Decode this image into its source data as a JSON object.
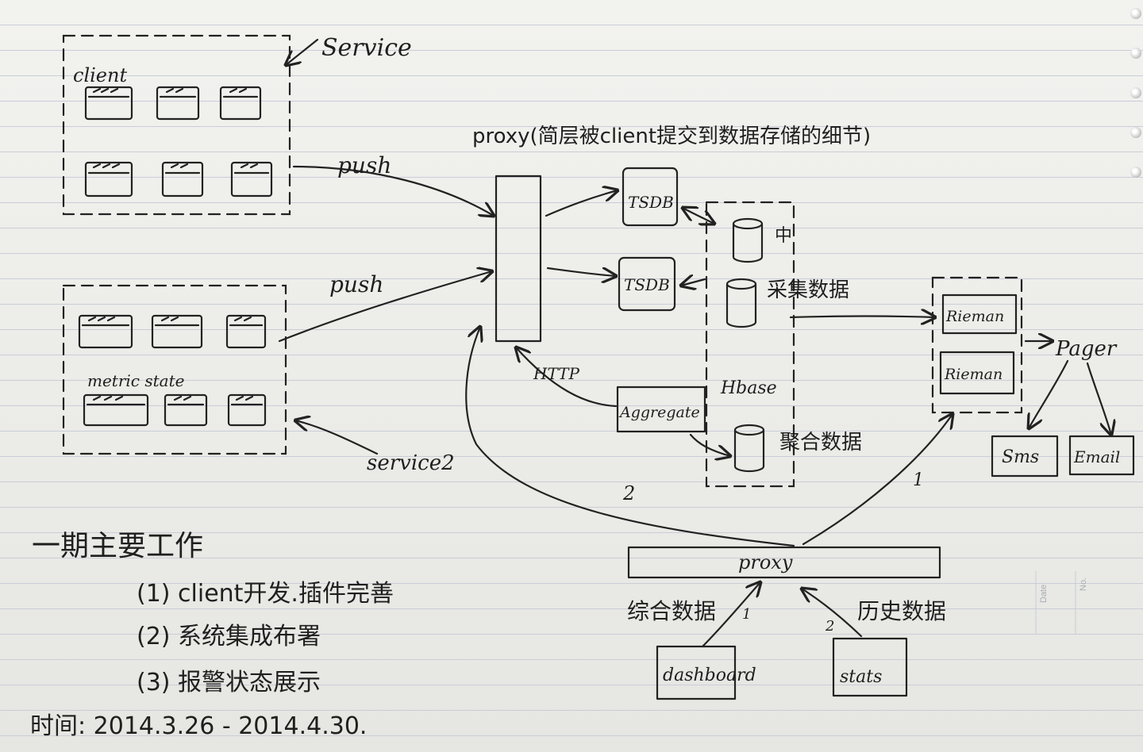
{
  "labels": {
    "service": "Service",
    "client": "client",
    "push_top": "push",
    "push_bottom": "push",
    "metric_state": "metric state",
    "service2": "service2",
    "proxy_top": "proxy(简层被client提交到数据存储的细节)",
    "tsdb1": "TSDB",
    "tsdb2": "TSDB",
    "hbase": "Hbase",
    "raw_data": "采集数据",
    "http": "HTTP",
    "aggregate": "Aggregate",
    "agg_data": "聚合数据",
    "riemann1": "Rieman",
    "riemann2": "Rieman",
    "pager": "Pager",
    "sms": "Sms",
    "email": "Email",
    "proxy_bottom": "proxy",
    "synth_data": "综合数据",
    "hist_data": "历史数据",
    "dashboard": "dashboard",
    "stats": "stats",
    "num_1a": "1",
    "num_2a": "2",
    "num_1b": "1",
    "num_2b": "2"
  },
  "plan": {
    "heading": "一期主要工作",
    "items": [
      "(1)  client开发.插件完善",
      "(2)  系统集成布署",
      "(3)  报警状态展示"
    ],
    "time": "时间: 2014.3.26 - 2014.4.30."
  },
  "margin": {
    "date": "Date",
    "no": "No."
  },
  "colors": {
    "ink": "#222222",
    "paper": "#f2f2ef",
    "rule_line": "#c9cdd6"
  }
}
